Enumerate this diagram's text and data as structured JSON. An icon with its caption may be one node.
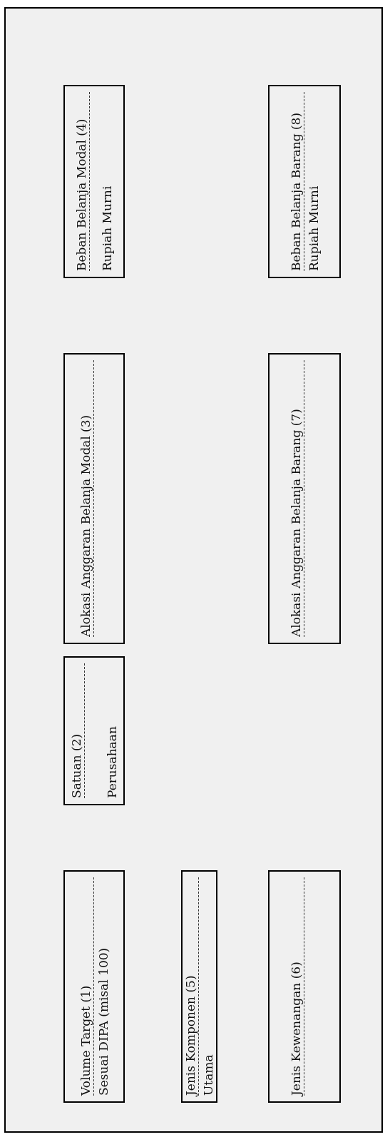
{
  "diagram": {
    "nodes": [
      {
        "text": [
          "Volume Target (1)",
          "Sesuai DIPA (misal 100)"
        ]
      },
      {
        "text": [
          "Satuan (2)",
          "Perusahaan"
        ]
      },
      {
        "text": [
          "Alokasi Anggaran Belanja Modal (3)"
        ]
      },
      {
        "text": [
          "Beban Belanja Modal (4)",
          "Rupiah Murni"
        ]
      },
      {
        "text": [
          "Jenis Komponen (5)",
          "Utama"
        ]
      },
      {
        "text": [
          "Jenis Kewenangan (6)"
        ]
      },
      {
        "text": [
          "Alokasi Anggaran Belanja Barang (7)"
        ]
      },
      {
        "text": [
          "Beban Belanja Barang (8)",
          "Rupiah Murni"
        ]
      }
    ]
  }
}
